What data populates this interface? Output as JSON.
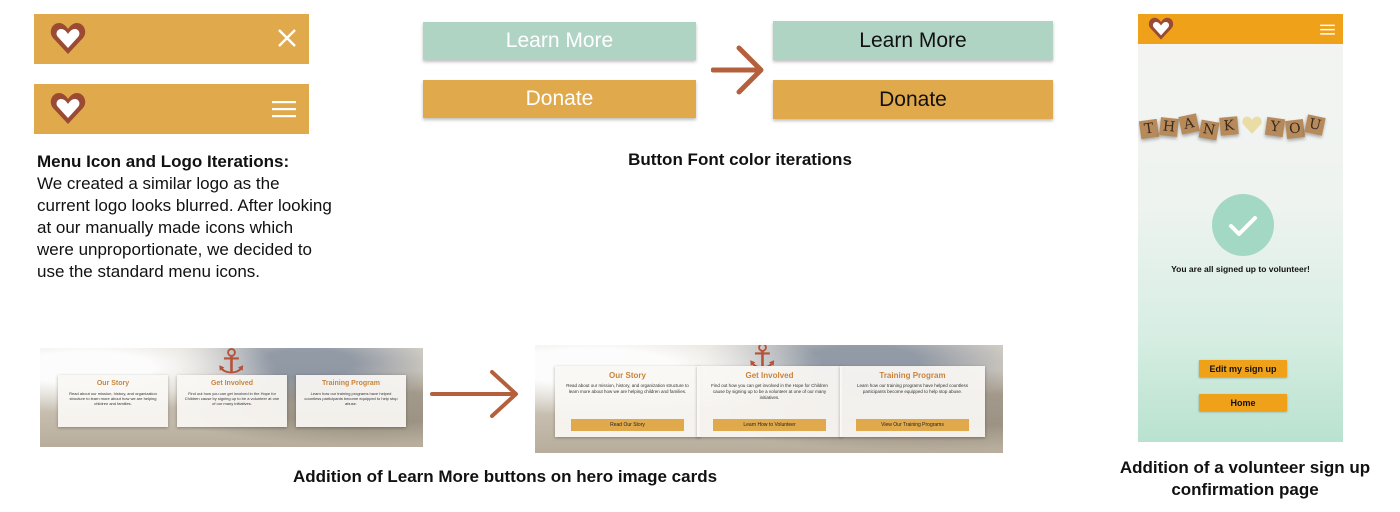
{
  "menu_section": {
    "title": "Menu Icon and Logo Iterations:",
    "body": "We created a similar logo as the current logo looks blurred. After looking at our manually made icons which were unproportionate, we decided to use the standard menu icons."
  },
  "button_section": {
    "before": {
      "learn_more": "Learn More",
      "donate": "Donate"
    },
    "after": {
      "learn_more": "Learn More",
      "donate": "Donate"
    },
    "caption": "Button Font color iterations"
  },
  "hero_section": {
    "before_cards": [
      {
        "title": "Our Story",
        "body": "Read about our mission, history, and organization structure to learn more about how we are helping children and families."
      },
      {
        "title": "Get Involved",
        "body": "Find out how you can get involved in the Hope for Children cause by signing up to be a volunteer at one of our many initiatives."
      },
      {
        "title": "Training Program",
        "body": "Learn how our training programs have helped countless participants become equipped to help stop abuse."
      }
    ],
    "after_cards": [
      {
        "title": "Our Story",
        "body": "Read about our mission, history, and organization structure to learn more about how we are helping children and families.",
        "button": "Read Our Story"
      },
      {
        "title": "Get Involved",
        "body": "Find out how you can get involved in the Hope for Children cause by signing up to be a volunteer at one of our many initiatives.",
        "button": "Learn How to Volunteer"
      },
      {
        "title": "Training Program",
        "body": "Learn how our training programs have helped countless participants become equipped to help stop abuse.",
        "button": "View Our Training Programs"
      }
    ],
    "caption": "Addition of Learn More buttons on hero image cards"
  },
  "confirmation_section": {
    "blocks": [
      "T",
      "H",
      "A",
      "N",
      "K",
      "Y",
      "O",
      "U"
    ],
    "message": "You are all signed up to volunteer!",
    "edit_button": "Edit my sign up",
    "home_button": "Home",
    "caption": "Addition of a volunteer sign up confirmation page"
  },
  "colors": {
    "accent_orange": "#e0a94b",
    "accent_green": "#afd4c4",
    "heart": "#9b4a33",
    "arrow": "#b5603d"
  }
}
